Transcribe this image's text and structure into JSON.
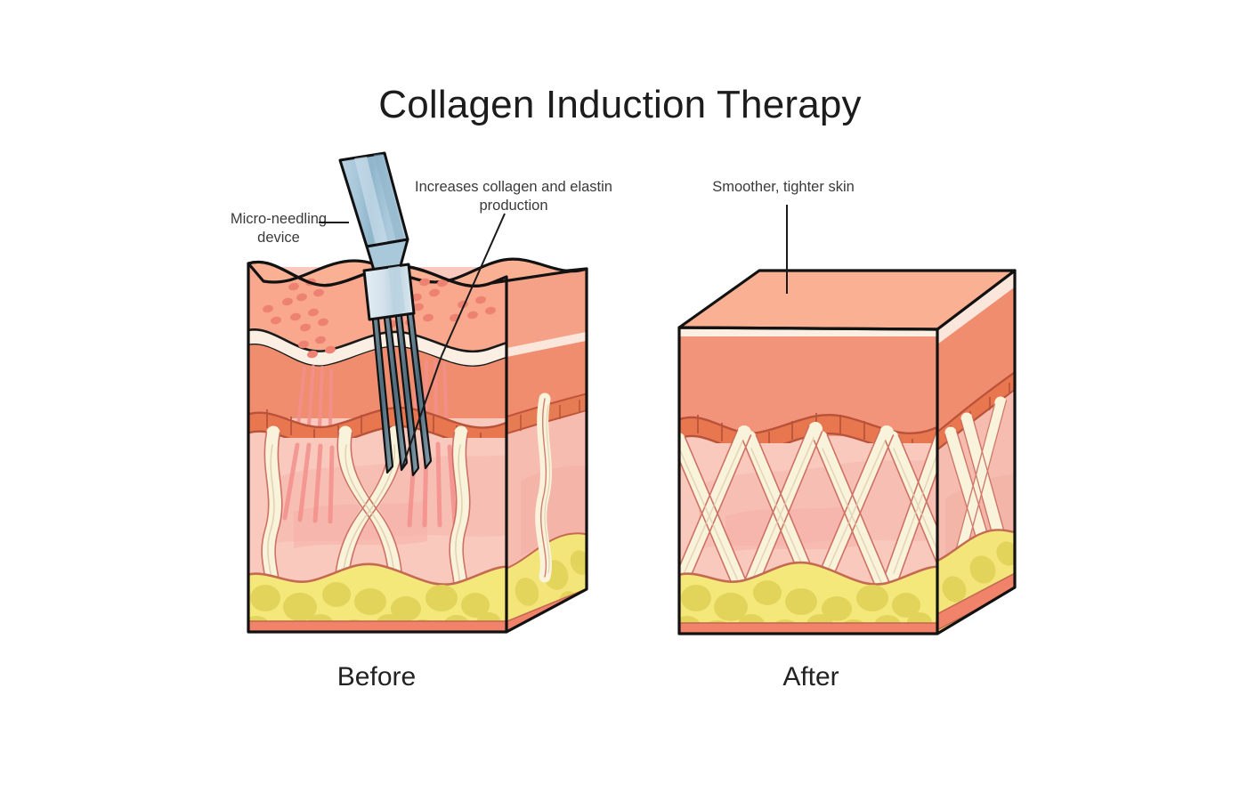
{
  "page": {
    "title": "Collagen Induction Therapy",
    "background_color": "#ffffff"
  },
  "callouts": [
    {
      "id": "micro-needling-device",
      "text": "Micro-needling device",
      "target": "before-block-device"
    },
    {
      "id": "collagen-elastin",
      "text": "Increases collagen and elastin production",
      "target": "before-block-dermis"
    },
    {
      "id": "smoother-skin",
      "text": "Smoother, tighter skin",
      "target": "after-block-surface"
    }
  ],
  "panels": [
    {
      "id": "before",
      "caption": "Before",
      "surface": "wrinkled",
      "spots_visible": true,
      "collagen_pattern": "wavy-loose",
      "device_present": true,
      "needle_count": 4
    },
    {
      "id": "after",
      "caption": "After",
      "surface": "smooth",
      "spots_visible": false,
      "collagen_pattern": "straight-crossed-dense",
      "device_present": false,
      "needle_count": 0
    }
  ],
  "layers": [
    {
      "name": "epidermis",
      "color": "#F69F7E"
    },
    {
      "name": "dermal-epidermal-junction",
      "color": "#E8764F"
    },
    {
      "name": "dermis",
      "color": "#F9C9BE"
    },
    {
      "name": "collagen-fiber",
      "color": "#FAF3DC"
    },
    {
      "name": "subcutaneous-fat",
      "color": "#F5E87A"
    },
    {
      "name": "fat-lobule",
      "color": "#E2D35B"
    },
    {
      "name": "muscle-base",
      "color": "#F2836B"
    },
    {
      "name": "blemish-spot",
      "color": "#EE8272"
    },
    {
      "name": "micro-channel",
      "color": "#F5A0A0"
    },
    {
      "name": "device-body",
      "color": "#9FC2D8"
    },
    {
      "name": "device-tip",
      "color": "#D8E6EE"
    },
    {
      "name": "needle",
      "color": "#5E7C8C"
    },
    {
      "name": "outline",
      "color": "#121212"
    }
  ],
  "colors": {
    "title_text": "#1c1c1c",
    "caption_text": "#222222",
    "callout_text": "#3a3a3a",
    "leader_line": "#1a1a1a"
  }
}
